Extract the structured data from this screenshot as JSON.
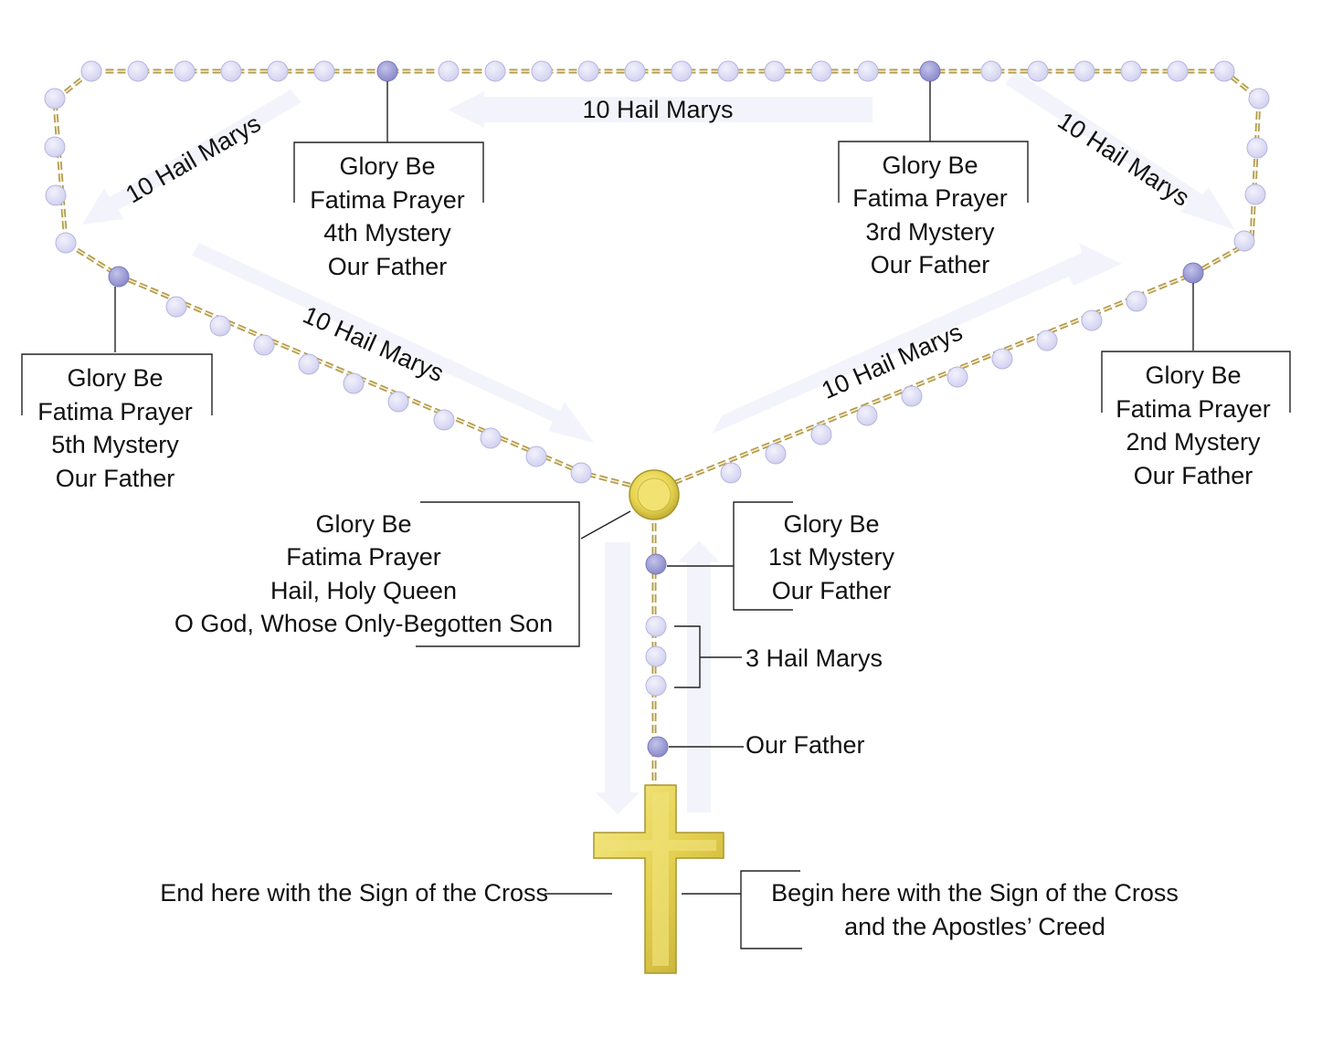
{
  "colors": {
    "hail_mary_bead": "#dcdcf5",
    "our_father_bead": "#9b9bd6",
    "chain": "#b39b4c",
    "crucifix_gold": "#e6d453",
    "arrow_fill": "#f3f4fb",
    "text": "#111111"
  },
  "arrows": {
    "top": "10 Hail Marys",
    "upper_left": "10 Hail Marys",
    "upper_right": "10 Hail Marys",
    "lower_left": "10 Hail Marys",
    "lower_right": "10 Hail Marys"
  },
  "decades": {
    "fourth": [
      "Glory Be",
      "Fatima Prayer",
      "4th Mystery",
      "Our Father"
    ],
    "third": [
      "Glory Be",
      "Fatima Prayer",
      "3rd Mystery",
      "Our Father"
    ],
    "fifth": [
      "Glory Be",
      "Fatima Prayer",
      "5th Mystery",
      "Our Father"
    ],
    "second": [
      "Glory Be",
      "Fatima Prayer",
      "2nd Mystery",
      "Our Father"
    ]
  },
  "centerpiece": [
    "Glory Be",
    "Fatima Prayer",
    "Hail, Holy Queen",
    "O God, Whose Only-Begotten Son"
  ],
  "first_decade": [
    "Glory Be",
    "1st Mystery",
    "Our Father"
  ],
  "pendant": {
    "three_hail_marys": "3 Hail Marys",
    "our_father": "Our Father"
  },
  "crucifix": {
    "end": "End here with the Sign of the Cross",
    "begin": [
      "Begin here with the Sign of the Cross",
      "and the Apostles’ Creed"
    ]
  }
}
